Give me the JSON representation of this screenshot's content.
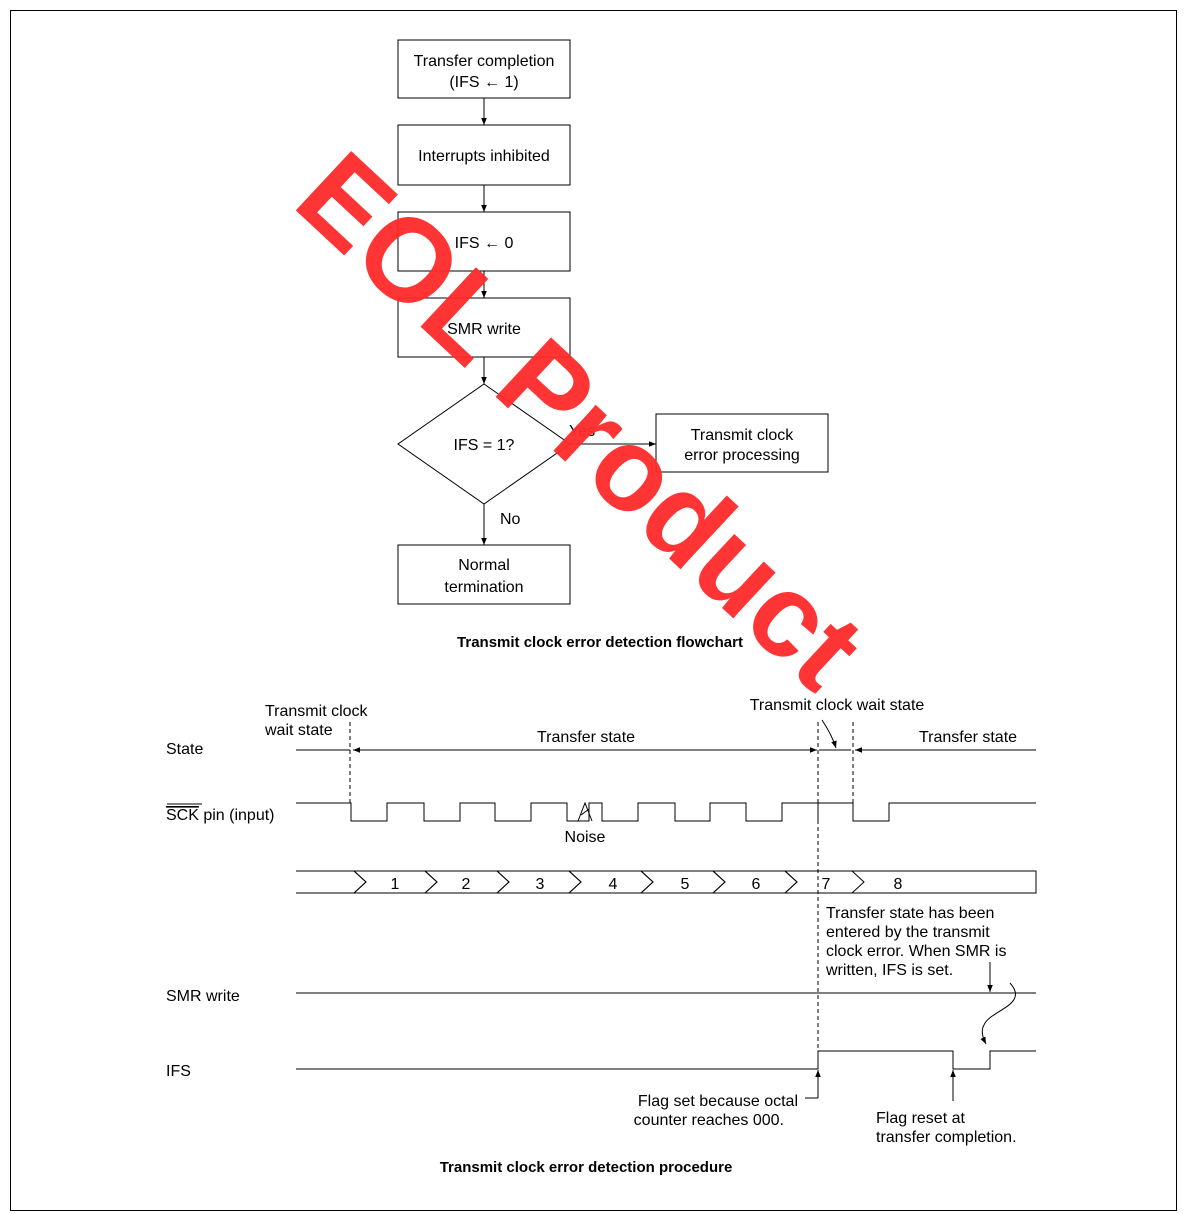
{
  "flowchart": {
    "step1_line1": "Transfer completion",
    "step1_line2": "(IFS ← 1)",
    "step2": "Interrupts inhibited",
    "step3": "IFS ← 0",
    "step4": "SMR write",
    "decision": "IFS = 1?",
    "yes_label": "Yes",
    "no_label": "No",
    "yes_line1": "Transmit clock",
    "yes_line2": "error processing",
    "end_line1": "Normal",
    "end_line2": "termination",
    "caption": "Transmit clock error detection flowchart"
  },
  "timing": {
    "state_label": "State",
    "sck_overline": "SCK",
    "sck_rest": " pin (input)",
    "smr_label": "SMR write",
    "ifs_label": "IFS",
    "wait1_line1": "Transmit clock",
    "wait1_line2": "wait state",
    "transfer1": "Transfer state",
    "wait2": "Transmit clock wait state",
    "transfer2": "Transfer state",
    "noise": "Noise",
    "counts": [
      "1",
      "2",
      "3",
      "4",
      "5",
      "6",
      "7",
      "8"
    ],
    "note_line1": "Transfer state has been",
    "note_line2": "entered by the transmit",
    "note_line3": "clock error.  When SMR is",
    "note_line4": "written, IFS is set.",
    "flag_set_line1": "Flag set because octal",
    "flag_set_line2": "counter reaches 000.",
    "flag_reset_line1": "Flag reset at",
    "flag_reset_line2": "transfer completion.",
    "caption": "Transmit clock error detection procedure"
  },
  "watermark": "EOL Product"
}
